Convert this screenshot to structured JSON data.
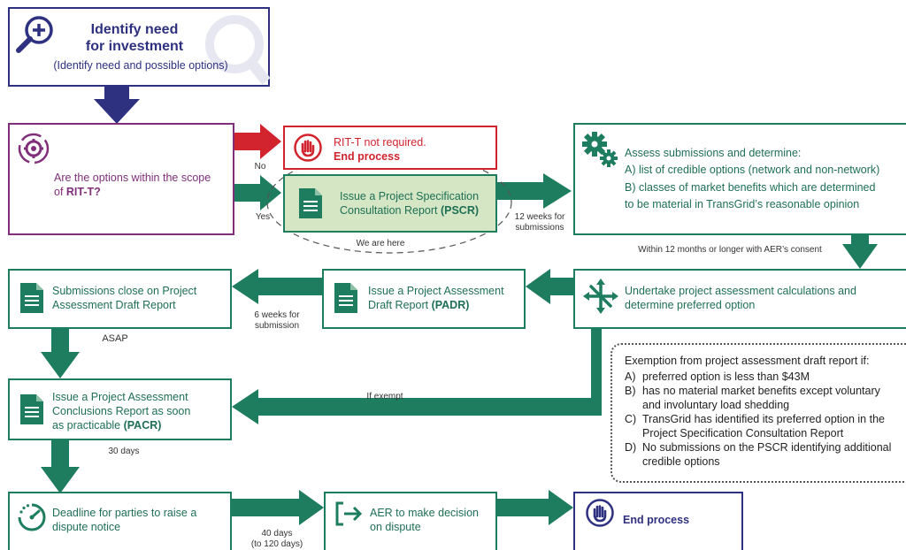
{
  "identify": {
    "title_line1": "Identify need",
    "title_line2": "for investment",
    "subtitle": "(Identify need and possible options)"
  },
  "scope": {
    "question": "Are the options within the scope of ",
    "question_bold": "RIT-T?"
  },
  "not_required": {
    "line1": "RIT-T not required.",
    "line2": "End process"
  },
  "pscr": {
    "text": "Issue a Project Specification Consultation Report ",
    "bold": "(PSCR)",
    "here_label": "We are here"
  },
  "assess": {
    "heading": "Assess submissions and determine:",
    "item_a": "A) list of credible options (network and non-network)",
    "item_b1": "B) classes of market benefits which are determined",
    "item_b2": "to be material in TransGrid’s reasonable opinion"
  },
  "undertake": {
    "text": "Undertake project assessment calculations and determine preferred option"
  },
  "padr": {
    "text": "Issue a Project Assessment Draft Report ",
    "bold": "(PADR)"
  },
  "submissions_close": {
    "text": "Submissions close on Project Assessment Draft Report"
  },
  "pacr": {
    "text": "Issue a Project Assessment Conclusions Report as soon as practicable ",
    "bold": "(PACR)"
  },
  "deadline": {
    "text": "Deadline for parties to raise a dispute notice"
  },
  "aer": {
    "text": "AER to make decision on dispute"
  },
  "end_process": {
    "text": "End process"
  },
  "exemption": {
    "heading": "Exemption from project assessment draft report if:",
    "items": [
      {
        "key": "A)",
        "text": "preferred option is less than $43M"
      },
      {
        "key": "B)",
        "text": "has no material market benefits except voluntary and involuntary load shedding"
      },
      {
        "key": "C)",
        "text": "TransGrid has identified its preferred option in the Project Specification Consultation Report"
      },
      {
        "key": "D)",
        "text": "No submissions on the PSCR identifying additional credible options"
      }
    ]
  },
  "labels": {
    "no": "No",
    "yes": "Yes",
    "twelve_weeks_1": "12 weeks for",
    "twelve_weeks_2": "submissions",
    "within_12_months": "Within 12 months or longer with AER’s consent",
    "six_weeks_1": "6 weeks for",
    "six_weeks_2": "submission",
    "asap": "ASAP",
    "if_exempt": "If exempt",
    "thirty_days": "30 days",
    "forty_days_1": "40 days",
    "forty_days_2": "(to 120 days)"
  },
  "colors": {
    "green": "#1e7d5f",
    "navy": "#2e3180",
    "purple": "#80307a",
    "red": "#d1242f",
    "highlight": "#d4e6c4"
  }
}
